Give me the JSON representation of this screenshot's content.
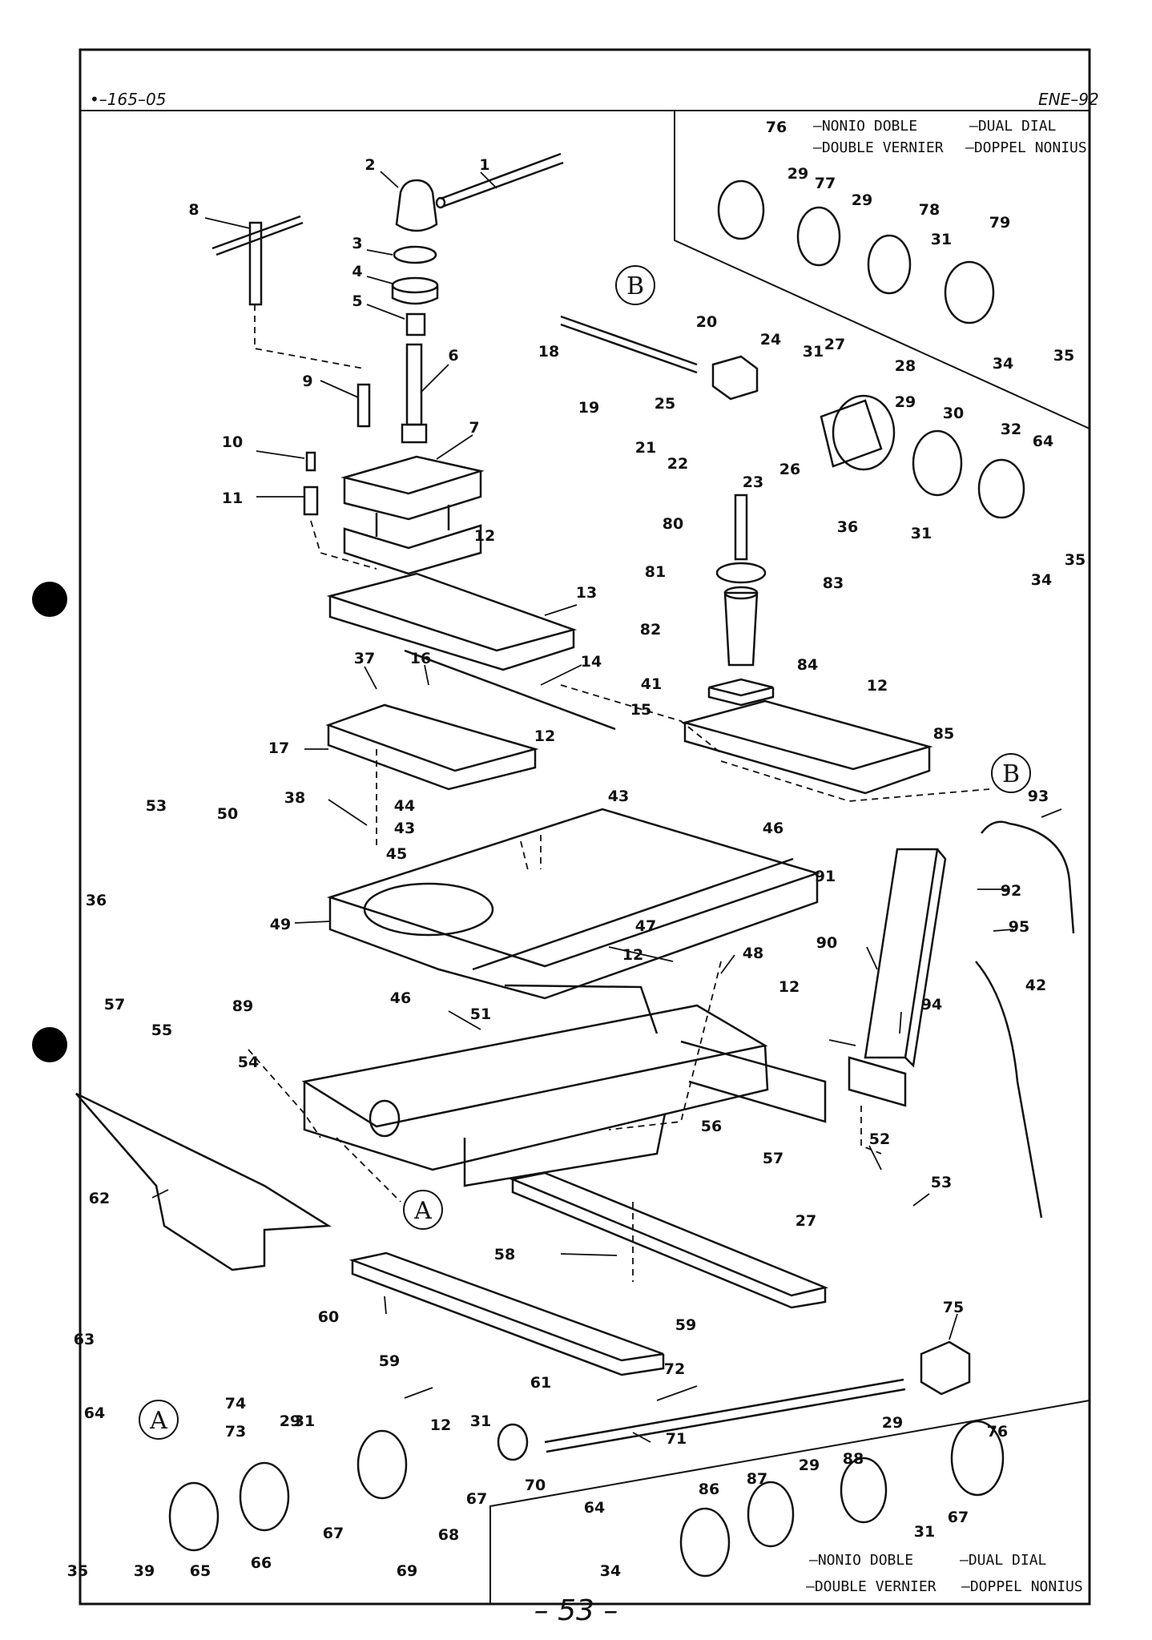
{
  "header": {
    "doc_code": "•–165–05",
    "date_code": "ENE–92"
  },
  "page_number": "– 53 –",
  "legend_top": {
    "line1_left": "–NONIO DOBLE",
    "line1_right": "–DUAL DIAL",
    "line2_left": "–DOUBLE VERNIER",
    "line2_right": "–DOPPEL NONIUS"
  },
  "legend_bottom": {
    "line1_left": "–NONIO DOBLE",
    "line1_right": "–DUAL DIAL",
    "line2_left": "–DOUBLE VERNIER",
    "line2_right": "–DOPPEL NONIUS"
  },
  "callouts": {
    "a": "A",
    "b": "B"
  },
  "part_labels": [
    "1",
    "2",
    "3",
    "4",
    "5",
    "6",
    "7",
    "8",
    "9",
    "10",
    "11",
    "12",
    "13",
    "14",
    "15",
    "16",
    "17",
    "18",
    "19",
    "20",
    "21",
    "22",
    "23",
    "24",
    "25",
    "26",
    "27",
    "28",
    "29",
    "30",
    "31",
    "32",
    "34",
    "35",
    "36",
    "37",
    "38",
    "39",
    "41",
    "42",
    "43",
    "44",
    "45",
    "46",
    "47",
    "48",
    "49",
    "50",
    "51",
    "52",
    "53",
    "54",
    "55",
    "56",
    "57",
    "58",
    "59",
    "60",
    "61",
    "62",
    "63",
    "64",
    "65",
    "66",
    "67",
    "68",
    "69",
    "70",
    "71",
    "72",
    "73",
    "74",
    "75",
    "76",
    "77",
    "78",
    "79",
    "80",
    "81",
    "82",
    "83",
    "84",
    "85",
    "86",
    "87",
    "88",
    "89",
    "90",
    "91",
    "92",
    "93",
    "94",
    "95"
  ]
}
